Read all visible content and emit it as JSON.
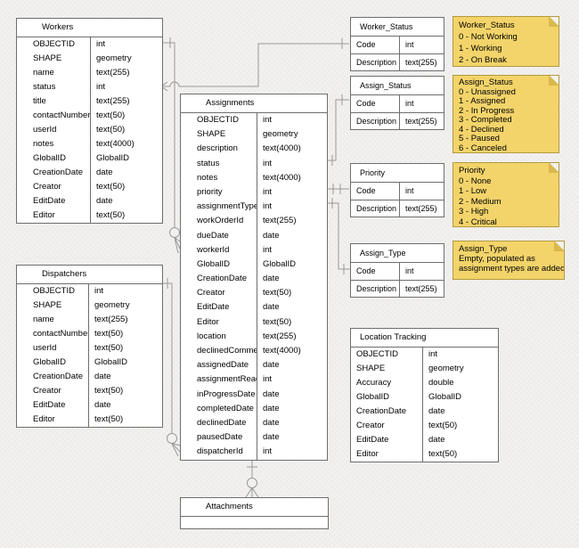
{
  "diagram": {
    "background_color": "#f2f1ef",
    "table_fill": "#ffffff",
    "table_border_color": "#6e6e6e",
    "connector_color": "#999999",
    "note_fill": "#f3d46a",
    "note_border": "#b39a3e",
    "note_fold": "#d9b94c"
  },
  "entities": {
    "workers": {
      "title": "Workers",
      "fields": [
        {
          "name": "OBJECTID",
          "type": "int"
        },
        {
          "name": "SHAPE",
          "type": "geometry"
        },
        {
          "name": "name",
          "type": "text(255)"
        },
        {
          "name": "status",
          "type": "int"
        },
        {
          "name": "title",
          "type": "text(255)"
        },
        {
          "name": "contactNumber",
          "type": "text(50)"
        },
        {
          "name": "userId",
          "type": "text(50)"
        },
        {
          "name": "notes",
          "type": "text(4000)"
        },
        {
          "name": "GlobalID",
          "type": "GlobalID"
        },
        {
          "name": "CreationDate",
          "type": "date"
        },
        {
          "name": "Creator",
          "type": "text(50)"
        },
        {
          "name": "EditDate",
          "type": "date"
        },
        {
          "name": "Editor",
          "type": "text(50)"
        }
      ]
    },
    "dispatchers": {
      "title": "Dispatchers",
      "fields": [
        {
          "name": "OBJECTID",
          "type": "int"
        },
        {
          "name": "SHAPE",
          "type": "geometry"
        },
        {
          "name": "name",
          "type": "text(255)"
        },
        {
          "name": "contactNumber",
          "type": "text(50)"
        },
        {
          "name": "userId",
          "type": "text(50)"
        },
        {
          "name": "GlobalID",
          "type": "GlobalID"
        },
        {
          "name": "CreationDate",
          "type": "date"
        },
        {
          "name": "Creator",
          "type": "text(50)"
        },
        {
          "name": "EditDate",
          "type": "date"
        },
        {
          "name": "Editor",
          "type": "text(50)"
        }
      ]
    },
    "assignments": {
      "title": "Assignments",
      "fields": [
        {
          "name": "OBJECTID",
          "type": "int"
        },
        {
          "name": "SHAPE",
          "type": "geometry"
        },
        {
          "name": "description",
          "type": "text(4000)"
        },
        {
          "name": "status",
          "type": "int"
        },
        {
          "name": "notes",
          "type": "text(4000)"
        },
        {
          "name": "priority",
          "type": "int"
        },
        {
          "name": "assignmentType",
          "type": "int"
        },
        {
          "name": "workOrderId",
          "type": "text(255)"
        },
        {
          "name": "dueDate",
          "type": "date"
        },
        {
          "name": "workerId",
          "type": "int"
        },
        {
          "name": "GlobalID",
          "type": "GlobalID"
        },
        {
          "name": "CreationDate",
          "type": "date"
        },
        {
          "name": "Creator",
          "type": "text(50)"
        },
        {
          "name": "EditDate",
          "type": "date"
        },
        {
          "name": "Editor",
          "type": "text(50)"
        },
        {
          "name": "location",
          "type": "text(255)"
        },
        {
          "name": "declinedComment",
          "type": "text(4000)"
        },
        {
          "name": "assignedDate",
          "type": "date"
        },
        {
          "name": "assignmentRead",
          "type": "int"
        },
        {
          "name": "inProgressDate",
          "type": "date"
        },
        {
          "name": "completedDate",
          "type": "date"
        },
        {
          "name": "declinedDate",
          "type": "date"
        },
        {
          "name": "pausedDate",
          "type": "date"
        },
        {
          "name": "dispatcherId",
          "type": "int"
        }
      ]
    },
    "worker_status": {
      "title": "Worker_Status",
      "fields": [
        {
          "name": "Code",
          "type": "int"
        },
        {
          "name": "Description",
          "type": "text(255)"
        }
      ]
    },
    "assign_status": {
      "title": "Assign_Status",
      "fields": [
        {
          "name": "Code",
          "type": "int"
        },
        {
          "name": "Description",
          "type": "text(255)"
        }
      ]
    },
    "priority": {
      "title": "Priority",
      "fields": [
        {
          "name": "Code",
          "type": "int"
        },
        {
          "name": "Description",
          "type": "text(255)"
        }
      ]
    },
    "assign_type": {
      "title": "Assign_Type",
      "fields": [
        {
          "name": "Code",
          "type": "int"
        },
        {
          "name": "Description",
          "type": "text(255)"
        }
      ]
    },
    "location_tracking": {
      "title": "Location Tracking",
      "fields": [
        {
          "name": "OBJECTID",
          "type": "int"
        },
        {
          "name": "SHAPE",
          "type": "geometry"
        },
        {
          "name": "Accuracy",
          "type": "double"
        },
        {
          "name": "GlobalID",
          "type": "GlobalID"
        },
        {
          "name": "CreationDate",
          "type": "date"
        },
        {
          "name": "Creator",
          "type": "text(50)"
        },
        {
          "name": "EditDate",
          "type": "date"
        },
        {
          "name": "Editor",
          "type": "text(50)"
        }
      ]
    },
    "attachments": {
      "title": "Attachments",
      "fields": []
    }
  },
  "notes": {
    "worker_status": {
      "title": "Worker_Status",
      "lines": [
        "0 - Not Working",
        "1 - Working",
        "2 - On Break"
      ]
    },
    "assign_status": {
      "title": "Assign_Status",
      "lines": [
        "0 - Unassigned",
        "1 - Assigned",
        "2 - In Progress",
        "3 - Completed",
        "4 - Declined",
        "5 - Paused",
        "6 - Canceled"
      ]
    },
    "priority": {
      "title": "Priority",
      "lines": [
        "0 - None",
        "1 - Low",
        "2 - Medium",
        "3 - High",
        "4 - Critical"
      ]
    },
    "assign_type": {
      "title": "Assign_Type",
      "lines": [
        "Empty, populated as",
        "assignment types are added"
      ]
    }
  },
  "relationships": [
    {
      "from": "Workers.status",
      "to": "Worker_Status.Code",
      "marker": "one"
    },
    {
      "from": "Workers.OBJECTID",
      "to": "Assignments.workerId",
      "marker": "zero-or-many"
    },
    {
      "from": "Dispatchers.OBJECTID",
      "to": "Assignments.dispatcherId",
      "marker": "zero-or-many"
    },
    {
      "from": "Assignments.status",
      "to": "Assign_Status.Code",
      "marker": "one"
    },
    {
      "from": "Assignments.priority",
      "to": "Priority.Code",
      "marker": "one"
    },
    {
      "from": "Assignments.assignmentType",
      "to": "Assign_Type.Code",
      "marker": "one"
    },
    {
      "from": "Assignments",
      "to": "Attachments",
      "marker": "zero-or-many"
    }
  ]
}
